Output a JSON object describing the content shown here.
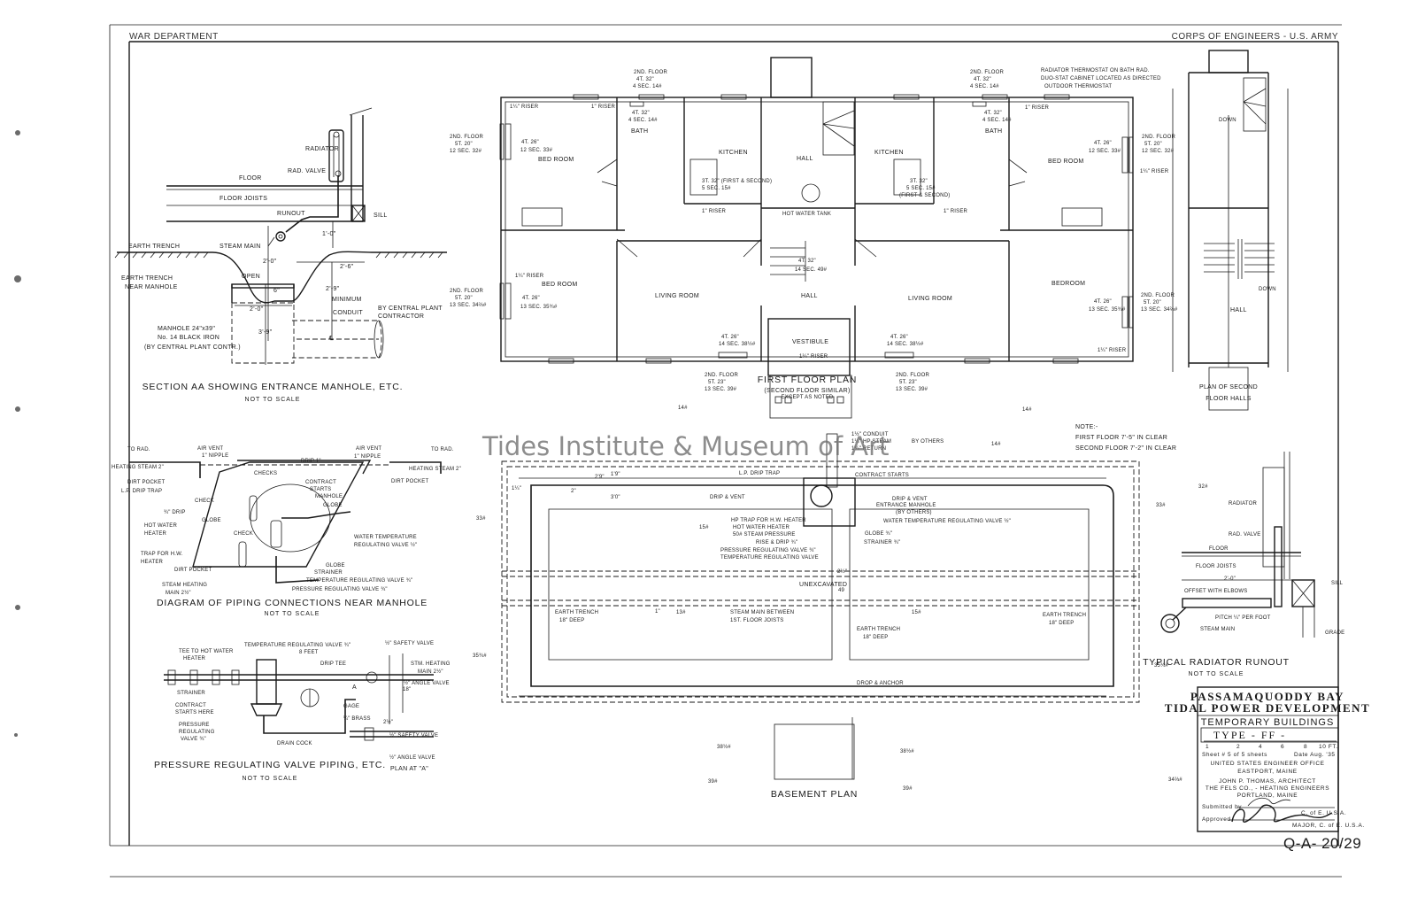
{
  "sheet": {
    "header_left": "WAR DEPARTMENT",
    "header_right": "CORPS OF ENGINEERS - U.S. ARMY",
    "watermark": "Tides Institute & Museum of Art",
    "drawing_number": "Q-A- 20/29"
  },
  "section_aa": {
    "title": "SECTION AA SHOWING ENTRANCE MANHOLE, ETC.",
    "subtitle": "NOT TO SCALE",
    "labels": {
      "radiator": "RADIATOR",
      "rad_valve": "RAD. VALVE",
      "floor": "FLOOR",
      "floor_joists": "FLOOR JOISTS",
      "runout": "RUNOUT",
      "sill": "SILL",
      "earth_trench": "EARTH TRENCH",
      "steam_main": "STEAM MAIN",
      "earth_trench_manhole_1": "EARTH TRENCH",
      "earth_trench_manhole_2": "NEAR MANHOLE",
      "open": "OPEN",
      "dim_2_0_a": "2'-0\"",
      "dim_1_0": "1'-0\"",
      "dim_2_6": "2'-6\"",
      "dim_6": "6\"",
      "dim_2_9": "2'-9\"",
      "minimum": "MINIMUM",
      "dim_2_0_b": "2'-0\"",
      "conduit": "CONDUIT",
      "by_central_1": "BY CENTRAL PLANT",
      "by_central_2": "CONTRACTOR",
      "dim_3_9": "3'-9\"",
      "manhole_1": "MANHOLE 24\"x39\"",
      "manhole_2": "No. 14 BLACK IRON",
      "manhole_3": "(BY CENTRAL PLANT CONTR.)",
      "cl": "℄"
    }
  },
  "first_floor_plan": {
    "title": "FIRST FLOOR PLAN",
    "subtitle": "(SECOND FLOOR SIMILAR)",
    "subtitle2": "EXCEPT AS NOTED",
    "rooms": {
      "bed_room_nw": "BED ROOM",
      "bed_room_sw": "BED ROOM",
      "bath_w": "BATH",
      "kitchen_w": "KITCHEN",
      "hall_upper": "HALL",
      "hall_lower": "HALL",
      "kitchen_e": "KITCHEN",
      "bath_e": "BATH",
      "bed_room_ne": "BED ROOM",
      "bed_room_se": "BEDROOM",
      "living_w": "LIVING ROOM",
      "living_e": "LIVING ROOM",
      "vestibule": "VESTIBULE",
      "hot_water_tank": "HOT WATER TANK"
    },
    "notes": {
      "w_2nd_floor_top_1": "2ND. FLOOR",
      "w_2nd_floor_top_2": "4T. 32\"",
      "w_2nd_floor_top_3": "4 SEC. 14#",
      "riser_nw": "1¼\" RISER",
      "riser_1_w": "1\" RISER",
      "bath_w_rad_1": "4T. 32\"",
      "bath_w_rad_2": "4 SEC. 14#",
      "nw_2nd_1": "2ND. FLOOR",
      "nw_2nd_2": "5T. 20\"",
      "nw_2nd_3": "12 SEC. 32#",
      "nw_rad_1": "4T. 26\"",
      "nw_rad_2": "12 SEC. 33#",
      "kit_w_rad_1": "3T. 32\" (FIRST & SECOND)",
      "kit_w_rad_2": "5 SEC. 15#",
      "kit_w_riser": "1\" RISER",
      "sw_riser": "1¼\" RISER",
      "sw_2nd_1": "2ND. FLOOR",
      "sw_2nd_2": "5T. 20\"",
      "sw_2nd_3": "13 SEC. 34⅔#",
      "sw_rad_1": "4T. 26\"",
      "sw_rad_2": "13 SEC. 35¾#",
      "hall_rad_1": "4T. 32\"",
      "hall_rad_2": "14 SEC. 49#",
      "lw_rad_1": "4T. 26\"",
      "lw_rad_2": "14 SEC. 38½#",
      "lw_2nd_1": "2ND. FLOOR",
      "lw_2nd_2": "5T. 23\"",
      "lw_2nd_3": "13 SEC. 39#",
      "vest_riser": "1¼\" RISER",
      "le_rad_1": "4T. 26\"",
      "le_rad_2": "14 SEC. 38½#",
      "le_2nd_1": "2ND. FLOOR",
      "le_2nd_2": "5T. 23\"",
      "le_2nd_3": "13 SEC. 39#",
      "e_2nd_top_1": "2ND. FLOOR",
      "e_2nd_top_2": "4T. 32\"",
      "e_2nd_top_3": "4 SEC. 14#",
      "thermo_1": "RADIATOR THERMOSTAT ON BATH RAD.",
      "thermo_2": "DUO-STAT CABINET LOCATED AS DIRECTED",
      "thermo_3": "OUTDOOR THERMOSTAT",
      "bath_e_rad_1": "4T. 32\"",
      "bath_e_rad_2": "4 SEC. 14#",
      "riser_1_e": "1\" RISER",
      "kit_e_rad_1": "3T. 32\"",
      "kit_e_rad_2": "5 SEC. 15#",
      "kit_e_rad_3": "(FIRST & SECOND)",
      "kit_e_riser": "1\" RISER",
      "ne_rad_1": "4T. 26\"",
      "ne_rad_2": "12 SEC. 33#",
      "ne_2nd_1": "2ND. FLOOR",
      "ne_2nd_2": "5T. 20\"",
      "ne_2nd_3": "12 SEC. 32#",
      "ne_riser": "1¼\" RISER",
      "se_rad_1": "4T. 26\"",
      "se_rad_2": "13 SEC. 35¾#",
      "se_2nd_1": "2ND. FLOOR",
      "se_2nd_2": "5T. 20\"",
      "se_2nd_3": "13 SEC. 34⅔#",
      "se_riser": "1¼\" RISER"
    }
  },
  "second_floor_halls": {
    "title": "PLAN OF SECOND",
    "title2": "FLOOR HALLS",
    "hall": "HALL",
    "down_top": "DOWN",
    "down_bottom": "DOWN"
  },
  "piping_diagram": {
    "title": "DIAGRAM OF PIPING CONNECTIONS NEAR MANHOLE",
    "subtitle": "NOT TO SCALE",
    "labels": {
      "to_rad_l": "TO RAD.",
      "air_vent_l": "AIR VENT",
      "nipple_l": "1\" NIPPLE",
      "heating_steam_l": "HEATING STEAM 2\"",
      "dirt_pocket_l": "DIRT POCKET",
      "lp_drip_trap": "L.P. DRIP TRAP",
      "check_1": "CHECK",
      "drip_34": "¾\" DRIP",
      "globe_1": "GLOBE",
      "hot_water_heater_1": "HOT WATER",
      "hot_water_heater_2": "HEATER",
      "check_2": "CHECK",
      "trap_hw_1": "TRAP FOR H.W.",
      "trap_hw_2": "HEATER",
      "dirt_pocket_b": "DIRT POCKET",
      "steam_main_1": "STEAM HEATING",
      "steam_main_2": "MAIN 2½\"",
      "drip_1": "DRIP 1\"",
      "checks": "CHECKS",
      "contract_starts_1": "CONTRACT",
      "contract_starts_2": "STARTS",
      "manhole": "MANHOLE",
      "globe_2": "GLOBE",
      "wtr_1": "WATER TEMPERATURE",
      "wtr_2": "REGULATING VALVE ½\"",
      "globe_3": "GLOBE",
      "strainer": "STRAINER",
      "temp_reg": "TEMPERATURE REGULATING VALVE ¾\"",
      "press_reg": "PRESSURE REGULATING VALVE ¾\"",
      "air_vent_r": "AIR VENT",
      "nipple_r": "1\" NIPPLE",
      "to_rad_r": "TO RAD.",
      "heating_steam_r": "HEATING STEAM 2\"",
      "dirt_pocket_r": "DIRT POCKET"
    }
  },
  "prv_piping": {
    "title": "PRESSURE REGULATING VALVE PIPING, ETC.",
    "subtitle": "NOT TO SCALE",
    "plan_a": "PLAN AT \"A\"",
    "labels": {
      "tee": "TEE TO HOT WATER",
      "tee2": "HEATER",
      "temp_reg": "TEMPERATURE REGULATING VALVE ¾\"",
      "eight_feet": "8 FEET",
      "safety_valve": "½\" SAFETY VALVE",
      "stm_main_1": "STM. HEATING",
      "stm_main_2": "MAIN 2½\"",
      "drip_tee": "DRIP TEE",
      "angle_valve": "½\" ANGLE VALVE",
      "a": "A",
      "strainer": "STRAINER",
      "contract_1": "CONTRACT",
      "contract_2": "STARTS HERE",
      "gage": "GAGE",
      "brass": "¼\" BRASS",
      "dim_18": "18\"",
      "prv_1": "PRESSURE",
      "prv_2": "REGULATING",
      "prv_3": "VALVE ¾\"",
      "drain_cock": "DRAIN COCK",
      "safety_valve_2": "½\" SAFETY VALVE",
      "angle_valve_2": "½\" ANGLE VALVE",
      "dim_2_5": "2½\""
    }
  },
  "basement_plan": {
    "title": "BASEMENT PLAN",
    "labels": {
      "unexcavated": "UNEXCAVATED",
      "entrance_manhole": "ENTRANCE MANHOLE",
      "by_others": "(BY OTHERS)",
      "conduit_1": "1½\" CONDUIT",
      "conduit_2": "1¼\" HP STEAM",
      "conduit_3": "1¼\" RETURN",
      "conduit_by": "BY OTHERS",
      "contract_starts": "CONTRACT STARTS",
      "lp_drip_trap": "L.P. DRIP TRAP",
      "drip_vent_w": "DRIP & VENT",
      "drip_vent_e": "DRIP & VENT",
      "hp_trap": "HP TRAP FOR H.W. HEATER",
      "hw_heater_1": "HOT WATER HEATER",
      "hw_heater_2": "50# STEAM PRESSURE",
      "rise_drip": "RISE & DRIP ¾\"",
      "prv": "PRESSURE REGULATING VALVE ¾\"",
      "trv": "TEMPERATURE REGULATING VALVE",
      "wtr": "WATER TEMPERATURE REGULATING VALVE ½\"",
      "globe": "GLOBE ¾\"",
      "strainer": "STRAINER ¾\"",
      "steam_between_1": "STEAM MAIN BETWEEN",
      "steam_between_2": "1ST. FLOOR JOISTS",
      "trench_w_1": "EARTH TRENCH",
      "trench_w_2": "18\" DEEP",
      "trench_c_1": "EARTH TRENCH",
      "trench_c_2": "18\" DEEP",
      "trench_e_1": "EARTH TRENCH",
      "trench_e_2": "18\" DEEP",
      "drop_anchor": "DROP & ANCHOR",
      "r14a": "14#",
      "r14b": "14#",
      "r14c": "14#",
      "r15a": "15#",
      "r15b": "15#",
      "r13": "13#",
      "r49": "49",
      "r33": "33#",
      "r35w": "35¾#",
      "r38w": "38½#",
      "r39w": "39#",
      "r38e": "38½#",
      "r39e": "39#",
      "r35e": "35¾#",
      "r34e": "34⅔#",
      "r32": "32#",
      "r33e": "33#",
      "d2": "2\"",
      "d1": "1\"",
      "d114": "1¼\"",
      "d29": "2'9\"",
      "d19": "1'9\"",
      "d30": "3'0\"",
      "d212": "2½\""
    }
  },
  "note": {
    "head": "NOTE:-",
    "line1": "FIRST FLOOR 7'-5\" IN CLEAR",
    "line2": "SECOND FLOOR 7'-2\" IN CLEAR"
  },
  "radiator_runout": {
    "title": "TYPICAL RADIATOR RUNOUT",
    "subtitle": "NOT TO SCALE",
    "labels": {
      "radiator": "RADIATOR",
      "rad_valve": "RAD. VALVE",
      "floor": "FLOOR",
      "floor_joists": "FLOOR JOISTS",
      "dim": "2'-0\"",
      "offset": "OFFSET WITH ELBOWS",
      "pitch": "PITCH ¼\" PER FOOT",
      "steam_main": "STEAM MAIN",
      "sill": "SILL",
      "grade": "GRADE"
    }
  },
  "title_block": {
    "line1": "PASSAMAQUODDY BAY",
    "line2": "TIDAL POWER DEVELOPMENT",
    "line3": "TEMPORARY BUILDINGS",
    "type": "TYPE - FF -",
    "scale_ticks": [
      "1",
      "2",
      "4",
      "6",
      "8",
      "10 FT."
    ],
    "sheet": "Sheet # 5 of 5 sheets",
    "date": "Date Aug. '35",
    "office": "UNITED STATES ENGINEER OFFICE",
    "office_loc": "EASTPORT, MAINE",
    "architect": "JOHN P. THOMAS, ARCHITECT",
    "engineers": "THE FELS CO., - HEATING ENGINEERS",
    "engineers_loc": "PORTLAND, MAINE",
    "submitted": "Submitted by",
    "submitted_rank": "C. of E. U.S.A.",
    "approved": "Approved",
    "approved_rank": "MAJOR, C. of E. U.S.A."
  }
}
